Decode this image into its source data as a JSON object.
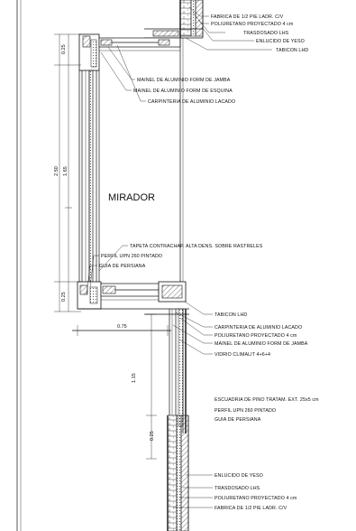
{
  "labels_top": [
    "FABRICA DE 1/2 PIE LADR. C/V",
    "POLIURETANO PROYECTADO 4 cm",
    "TRASDOSADO LHS",
    "ENLUCIDO DE YESO",
    "TABICON LHD"
  ],
  "labels_upper_frame": [
    "MAINEL DE ALUMINIO FORM DE JAMBA",
    "MAINEL DE ALUMINIO FORM DE ESQUINA",
    "CARPINTERIA DE ALUMINIO LACADO"
  ],
  "room_label": "MIRADOR",
  "labels_lower_frame": [
    "TAPETA CONTRACHAP. ALTA DENS. SOBRE RASTRELES",
    "PERFIL UPN 260 PINTADO",
    "GUIA DE PERSIANA"
  ],
  "labels_lower_right": [
    "TABICON LHD",
    "CARPINTERIA DE ALUMINIO LACADO",
    "POLIURETANO PROYECTADO 4 cm",
    "MAINEL DE ALUMINIO FORM DE JAMBA",
    "VIDRIO CLIMALIT 4+6+4"
  ],
  "labels_mid_right": [
    "ESCUADRIA DE PINO TRATAM. EXT. 25x5 cm",
    "PERFIL UPN 260 PINTADO",
    "GUIA DE PERSIANA"
  ],
  "labels_bottom": [
    "ENLUCIDO DE YESO",
    "TRASDOSADO LHS",
    "POLIURETANO PROYECTADO 4 cm",
    "FABRICA DE 1/2 PIE LADR. C/V"
  ],
  "dimensions": {
    "top_frame": "0.25",
    "total_height": "2.50",
    "glass_height": "1.65",
    "bottom_frame": "0.25",
    "horizontal": "0.75",
    "lower_height": "1.15",
    "lower_small": "0.25"
  }
}
